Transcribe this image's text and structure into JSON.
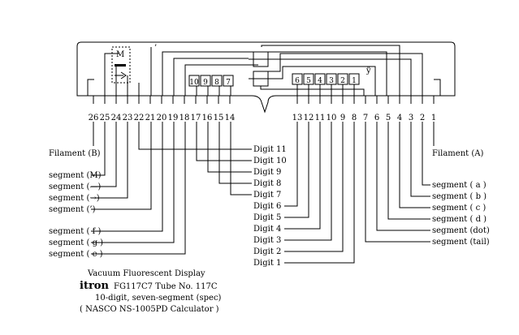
{
  "pins_left": [
    "26",
    "25",
    "24",
    "23",
    "22",
    "21",
    "20",
    "19",
    "18",
    "17",
    "16",
    "15",
    "14"
  ],
  "pins_right": [
    "13",
    "12",
    "11",
    "10",
    "9",
    "8",
    "7",
    "6",
    "5",
    "4",
    "3",
    "2",
    "1"
  ],
  "digits_left_boxes": [
    "10",
    "9",
    "8",
    "7"
  ],
  "digits_right_boxes": [
    "6",
    "5",
    "4",
    "3",
    "2",
    "1"
  ],
  "left_labels": {
    "filament_b": "Filament (B)",
    "seg_m": "segment (M)",
    "seg_minus": "segment (—)",
    "seg_arrow": "segment (→)",
    "seg_apos": "segment (’)",
    "seg_f": "segment ( f )",
    "seg_g": "segment ( g )",
    "seg_e": "segment ( e )"
  },
  "digit_labels": [
    "Digit 11",
    "Digit 10",
    "Digit 9",
    "Digit 8",
    "Digit 7",
    "Digit 6",
    "Digit 5",
    "Digit 4",
    "Digit 3",
    "Digit 2",
    "Digit 1"
  ],
  "right_labels": {
    "filament_a": "Filament (A)",
    "seg_a": "segment ( a )",
    "seg_b": "segment ( b )",
    "seg_c": "segment ( c )",
    "seg_d": "segment ( d )",
    "seg_dot": "segment (dot)",
    "seg_tail": "segment (tail)"
  },
  "caption": {
    "line1": "Vacuum Fluorescent Display",
    "brand": "itron",
    "model": "FG117C7  Tube No. 117C",
    "line3": "10-digit, seven-segment (spec)",
    "line4": "( NASCO NS-1005PD Calculator )"
  },
  "icons": {
    "m_symbol": "M",
    "apostrophe": "’",
    "tail_symbol": "ÿ"
  }
}
